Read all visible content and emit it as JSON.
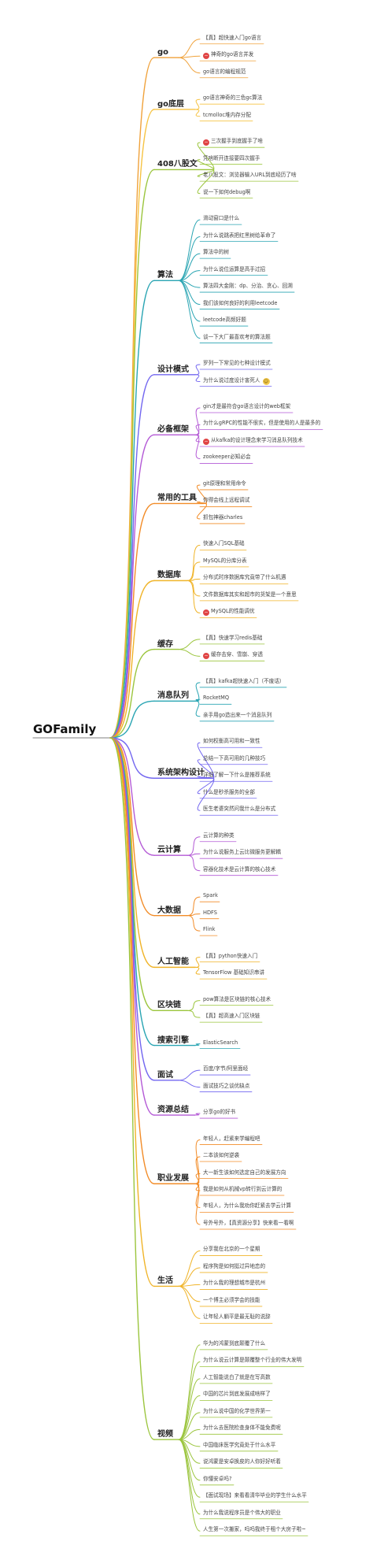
{
  "root": "GOFamily",
  "branches": [
    {
      "label": "go",
      "color": "#f0a23b",
      "leaves": [
        {
          "text": "【真】超快速入门go语言"
        },
        {
          "text": "神奇的go语言并发",
          "mark": "alert"
        },
        {
          "text": "go语言的编程规范"
        }
      ]
    },
    {
      "label": "go底层",
      "color": "#f6c343",
      "leaves": [
        {
          "text": "go语言神奇的三色gc算法"
        },
        {
          "text": "tcmolloc堆内存分配"
        }
      ]
    },
    {
      "label": "408八股文",
      "color": "#9bc53d",
      "leaves": [
        {
          "text": "三次握手到底握手了啥",
          "mark": "alert"
        },
        {
          "text": "凭啥断开连接要四次握手"
        },
        {
          "text": "老八股文：浏览器输入URL到底经历了啥"
        },
        {
          "text": "说一下如何debug啊"
        }
      ]
    },
    {
      "label": "算法",
      "color": "#2aa5b3",
      "leaves": [
        {
          "text": "滑动窗口是什么"
        },
        {
          "text": "为什么说跳表把红黑树给革命了"
        },
        {
          "text": "算法中的树"
        },
        {
          "text": "为什么说位运算是高手过招"
        },
        {
          "text": "算法四大金刚：dp、分治、贪心、回溯"
        },
        {
          "text": "我们该如何良好的利用leetcode"
        },
        {
          "text": "leetcode高频好题"
        },
        {
          "text": "谈一下大厂最喜欢考的算法题"
        }
      ]
    },
    {
      "label": "设计模式",
      "color": "#7367f0",
      "leaves": [
        {
          "text": "罗列一下常见的七种设计模式"
        },
        {
          "text": "为什么说过度设计害死人",
          "mark": "emoji"
        }
      ]
    },
    {
      "label": "必备框架",
      "color": "#b45ad6",
      "leaves": [
        {
          "text": "gin才是最符合go语言设计的web框架"
        },
        {
          "text": "为什么gRPC的性能不很实，但是使用的人是最多的"
        },
        {
          "text": "从kafka的设计理念来学习消息队列技术",
          "mark": "alert"
        },
        {
          "text": "zookeeper必知必会"
        }
      ]
    },
    {
      "label": "常用的工具",
      "color": "#f28c28",
      "leaves": [
        {
          "text": "git原理和常用命令"
        },
        {
          "text": "你得会线上远程调试"
        },
        {
          "text": "抓包神器charles"
        }
      ]
    },
    {
      "label": "数据库",
      "color": "#f0b429",
      "leaves": [
        {
          "text": "快速入门SQL基础"
        },
        {
          "text": "MySQL的分库分表"
        },
        {
          "text": "分布式时序数据库究竟带了什么机遇"
        },
        {
          "text": "文件数据库其实和超市的货架是一个意思"
        },
        {
          "text": "MySQL的性能调优",
          "mark": "alert"
        }
      ]
    },
    {
      "label": "缓存",
      "color": "#9bc53d",
      "leaves": [
        {
          "text": "【真】快速学习redis基础"
        },
        {
          "text": "缓存击穿、雪崩、穿透",
          "mark": "alert"
        }
      ]
    },
    {
      "label": "消息队列",
      "color": "#2aa5b3",
      "leaves": [
        {
          "text": "【真】kafka超快速入门（不废话）"
        },
        {
          "text": "RocketMQ"
        },
        {
          "text": "亲手用go造出来一个消息队列"
        }
      ]
    },
    {
      "label": "系统架构设计",
      "color": "#7367f0",
      "leaves": [
        {
          "text": "如何权衡高可用和一致性"
        },
        {
          "text": "总结一下高可用的几种技巧"
        },
        {
          "text": "详细了解一下什么是推荐系统"
        },
        {
          "text": "什么是秒杀服务的全部"
        },
        {
          "text": "医生老婆突然问我什么是分布式"
        }
      ]
    },
    {
      "label": "云计算",
      "color": "#b45ad6",
      "leaves": [
        {
          "text": "云计算的种类"
        },
        {
          "text": "为什么说服务上云比微服务更解耦"
        },
        {
          "text": "容器化技术是云计算的核心技术"
        }
      ]
    },
    {
      "label": "大数据",
      "color": "#f28c28",
      "leaves": [
        {
          "text": "Spark"
        },
        {
          "text": "HDFS"
        },
        {
          "text": "Flink"
        }
      ]
    },
    {
      "label": "人工智能",
      "color": "#f0b429",
      "leaves": [
        {
          "text": "【真】python快速入门"
        },
        {
          "text": "TensorFlow 基础知识串讲"
        }
      ]
    },
    {
      "label": "区块链",
      "color": "#9bc53d",
      "leaves": [
        {
          "text": "pow算法是区块链的核心技术"
        },
        {
          "text": "【真】超高速入门区块链"
        }
      ]
    },
    {
      "label": "搜索引擎",
      "color": "#2aa5b3",
      "leaves": [
        {
          "text": "ElasticSearch"
        }
      ]
    },
    {
      "label": "面试",
      "color": "#7367f0",
      "leaves": [
        {
          "text": "百度/字节/阿里面经"
        },
        {
          "text": "面试技巧之谈优缺点"
        }
      ]
    },
    {
      "label": "资源总结",
      "color": "#b45ad6",
      "leaves": [
        {
          "text": "分享go的好书"
        }
      ]
    },
    {
      "label": "职业发展",
      "color": "#f28c28",
      "leaves": [
        {
          "text": "年轻人，赶紧来学编程吧"
        },
        {
          "text": "二本该如何逆袭"
        },
        {
          "text": "大一新生该如何选定自己的发展方向"
        },
        {
          "text": "我是如何从机械vp转行到云计算的"
        },
        {
          "text": "年轻人，为什么我劝你赶紧去学云计算"
        },
        {
          "text": "号外号外，【真资源分享】快来看一看啊"
        }
      ]
    },
    {
      "label": "生活",
      "color": "#f0b429",
      "leaves": [
        {
          "text": "分享我在北京的一个星期"
        },
        {
          "text": "程序狗是如何挺过异地恋的"
        },
        {
          "text": "为什么我的理想城市是杭州"
        },
        {
          "text": "一个博主必须学会的技能"
        },
        {
          "text": "让年轻人躺平是最无耻的说辞"
        }
      ]
    },
    {
      "label": "视频",
      "color": "#9bc53d",
      "leaves": [
        {
          "text": "华为的鸿蒙到底颠覆了什么"
        },
        {
          "text": "为什么说云计算是颠覆整个行业的伟大发明"
        },
        {
          "text": "人工智能说白了就是在写高数"
        },
        {
          "text": "中国的芯片到底发展成啥样了"
        },
        {
          "text": "为什么说中国的化学世界第一"
        },
        {
          "text": "为什么去医院检查身体不能免费呢"
        },
        {
          "text": "中国临床医学究竟处于什么水平"
        },
        {
          "text": "说鸿蒙是安卓换皮的人你好好听着"
        },
        {
          "text": "你懂安卓吗?"
        },
        {
          "text": "【面试现场】来看看清华毕业的学生什么水平"
        },
        {
          "text": "为什么我说程序员是个伟大的职业"
        },
        {
          "text": "人生第一次搬家，吗吗我终于租个大房子啦~"
        }
      ]
    }
  ]
}
